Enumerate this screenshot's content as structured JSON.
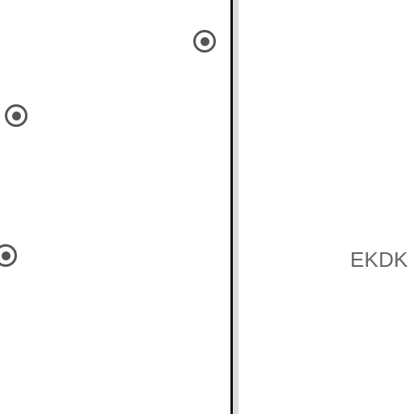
{
  "right_pane": {
    "partial_text": "EKDK I"
  },
  "radio_buttons": [
    {
      "state": "selected"
    },
    {
      "state": "selected"
    },
    {
      "state": "selected"
    }
  ],
  "colors": {
    "background": "#ffffff",
    "divider": "#111111",
    "divider_shadow": "#dddddd",
    "radio": "#555555",
    "text": "#666666"
  }
}
